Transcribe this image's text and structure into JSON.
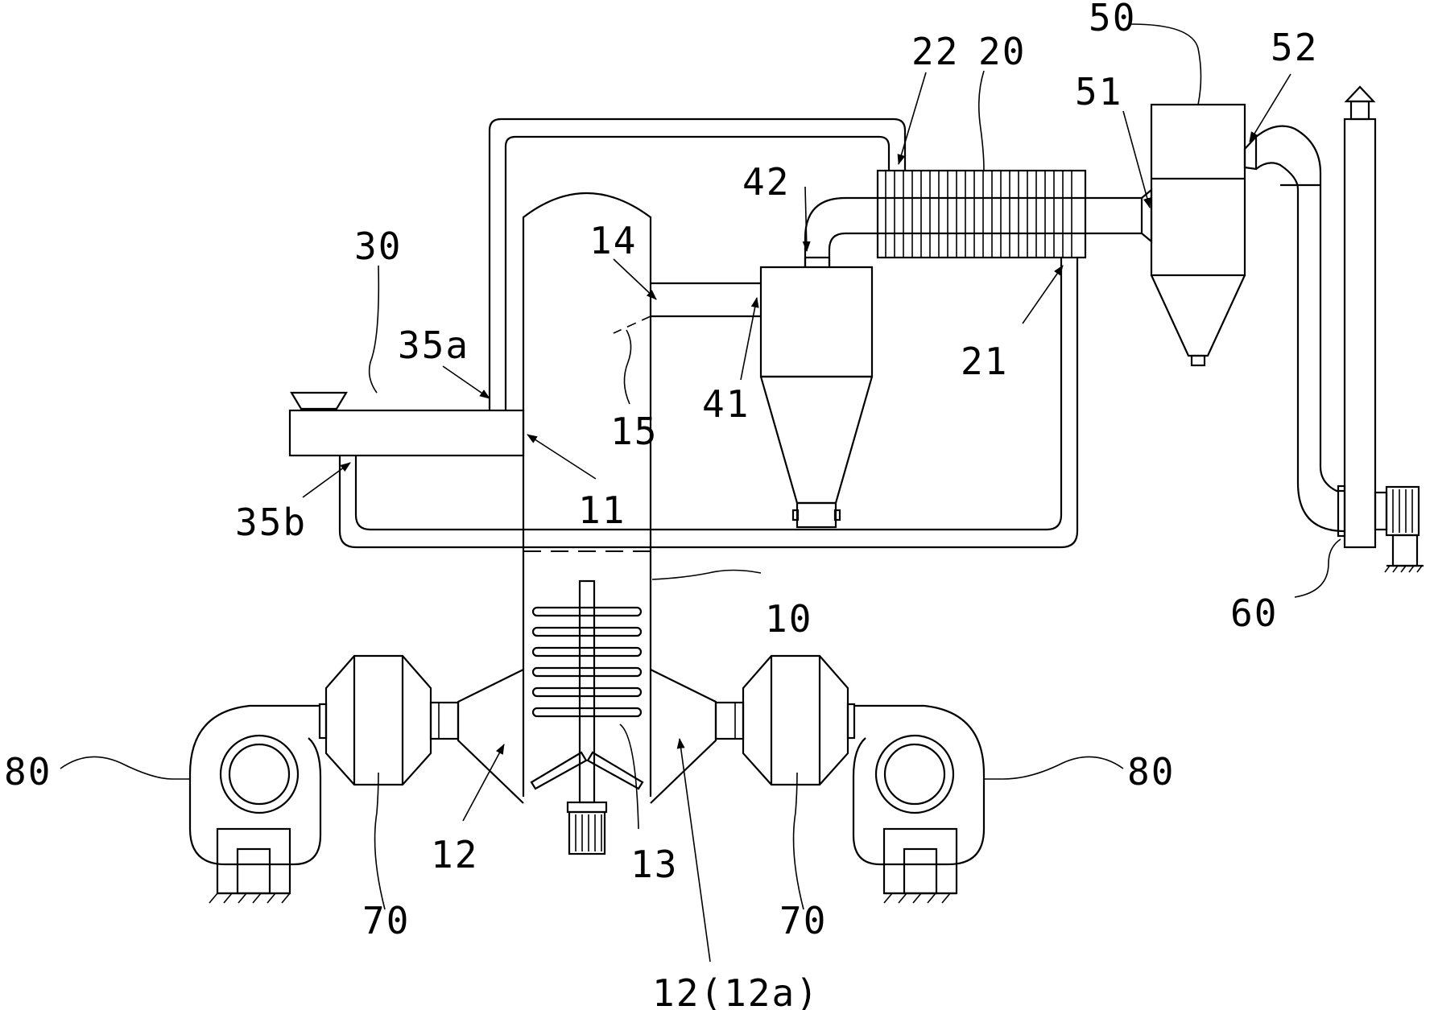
{
  "labels": {
    "l10": "10",
    "l11": "11",
    "l12a": "12",
    "l12b": "12(12a)",
    "l13": "13",
    "l14": "14",
    "l15": "15",
    "l20": "20",
    "l21": "21",
    "l22": "22",
    "l30": "30",
    "l35a": "35a",
    "l35b": "35b",
    "l41": "41",
    "l42": "42",
    "l50": "50",
    "l51": "51",
    "l52": "52",
    "l60": "60",
    "l70a": "70",
    "l70b": "70",
    "l80a": "80",
    "l80b": "80"
  }
}
